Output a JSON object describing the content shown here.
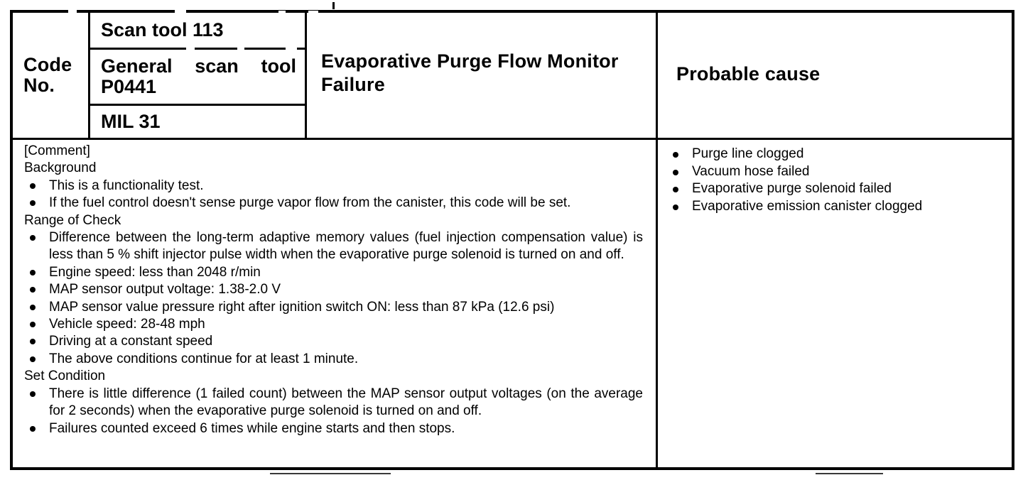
{
  "table": {
    "code_no": "Code No.",
    "scan_tool": "Scan tool 113",
    "general_scan_tool": "General scan tool P0441",
    "mil": "MIL 31",
    "title": "Evaporative Purge Flow Monitor Failure",
    "probable_cause_heading": "Probable cause"
  },
  "comment": {
    "tag": "[Comment]",
    "sections": [
      {
        "heading": "Background",
        "items": [
          "This is a functionality test.",
          "If the fuel control doesn't sense purge vapor flow from the canister, this code will be set."
        ]
      },
      {
        "heading": "Range of Check",
        "items": [
          "Difference between the long-term adaptive memory values (fuel injection compensation value) is less than 5 % shift injector pulse width when the evaporative purge solenoid is turned on and off.",
          "Engine speed: less than 2048 r/min",
          "MAP sensor output voltage: 1.38-2.0 V",
          "MAP sensor value pressure right after ignition switch ON: less than 87 kPa (12.6 psi)",
          "Vehicle speed: 28-48 mph",
          "Driving at a constant speed",
          "The above conditions continue for at least 1 minute."
        ]
      },
      {
        "heading": "Set Condition",
        "items": [
          "There is little difference (1 failed count) between the MAP sensor output voltages (on the average for 2 seconds) when the evaporative purge solenoid is turned on and off.",
          "Failures counted exceed 6 times while engine starts and then stops."
        ]
      }
    ]
  },
  "probable_causes": [
    "Purge line clogged",
    "Vacuum hose failed",
    "Evaporative purge solenoid failed",
    "Evaporative emission canister clogged"
  ],
  "colors": {
    "ink": "#000000",
    "paper": "#ffffff"
  }
}
